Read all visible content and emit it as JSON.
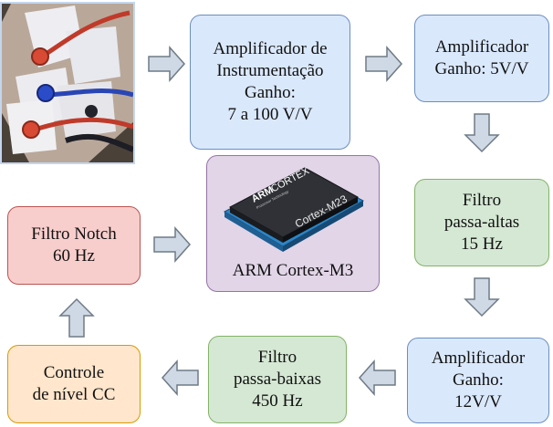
{
  "photo": {
    "icon": "ecg-electrodes-photo"
  },
  "blocks": {
    "amp_instr": "Amplificador de\nInstrumentação\nGanho:\n7 a 100 V/V",
    "amp_5": "Amplificador\nGanho: 5V/V",
    "hp": "Filtro\npassa-altas\n15 Hz",
    "amp_12": "Amplificador\nGanho:\n12V/V",
    "lp": "Filtro\npassa-baixas\n450 Hz",
    "dc": "Controle\nde nível CC",
    "notch": "Filtro Notch\n60 Hz"
  },
  "mcu": {
    "label": "ARM Cortex-M3",
    "chip_brand_bold": "ARM",
    "chip_brand_light": "CORTEX",
    "chip_tagline": "Processor Technology",
    "chip_model": "Cortex-M23"
  },
  "colors": {
    "blue_fill": "#dae8fc",
    "blue_stroke": "#6c8ebf",
    "green_fill": "#d5e8d4",
    "green_stroke": "#82b366",
    "red_fill": "#f8cecc",
    "red_stroke": "#b85450",
    "orange_fill": "#ffe6cc",
    "orange_stroke": "#d79b00",
    "purple_fill": "#e1d5e7",
    "purple_stroke": "#9673a6",
    "arrow_fill": "#cfd9e6",
    "arrow_stroke": "#6f7a86"
  }
}
